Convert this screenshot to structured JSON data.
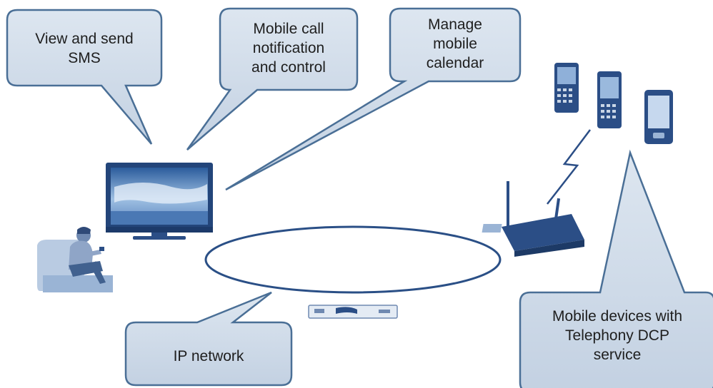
{
  "callouts": {
    "sms": "View and send\nSMS",
    "call": "Mobile call\nnotification\nand control",
    "calendar": "Manage\nmobile\ncalendar",
    "ip_network": "IP network",
    "mobile_devices": "Mobile devices with\nTelephony DCP\nservice"
  },
  "icons": {
    "tv": "flat-screen-tv",
    "person": "person-on-sofa-with-phone",
    "router": "wireless-router",
    "settop": "set-top-box",
    "phones": "mobile-phones",
    "wireless": "lightning-wireless-link",
    "network": "ip-network-ellipse"
  },
  "colors": {
    "callout_fill": "#c9d6e6",
    "callout_stroke": "#4a6f96",
    "device": "#2b4e86",
    "network_stroke": "#2a4f86"
  }
}
